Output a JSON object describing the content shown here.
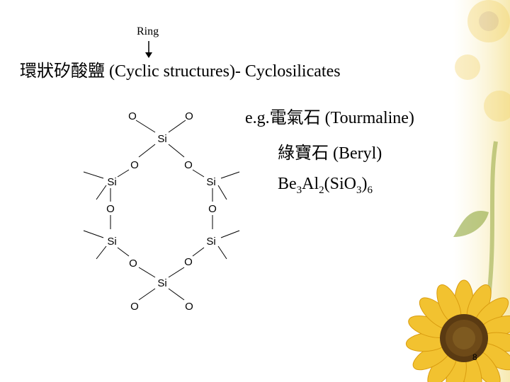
{
  "annotation": {
    "ring_label": "Ring"
  },
  "slide": {
    "title": "環狀矽酸鹽 (Cyclic structures)- Cyclosilicates",
    "example_1": "e.g.電氣石 (Tourmaline)",
    "example_2": "綠寶石 (Beryl)",
    "formula": {
      "t1": "Be",
      "s1": "3",
      "t2": "Al",
      "s2": "2",
      "t3": "(SiO",
      "s3": "3",
      "t4": ")",
      "s4": "6"
    },
    "page_number": "8"
  },
  "structure": {
    "silicon_label": "Si",
    "oxygen_label": "O"
  },
  "colors": {
    "sunflower_petal": "#f2c230",
    "sunflower_center": "#5a3a12",
    "background_wash": "#fbf3cf"
  }
}
